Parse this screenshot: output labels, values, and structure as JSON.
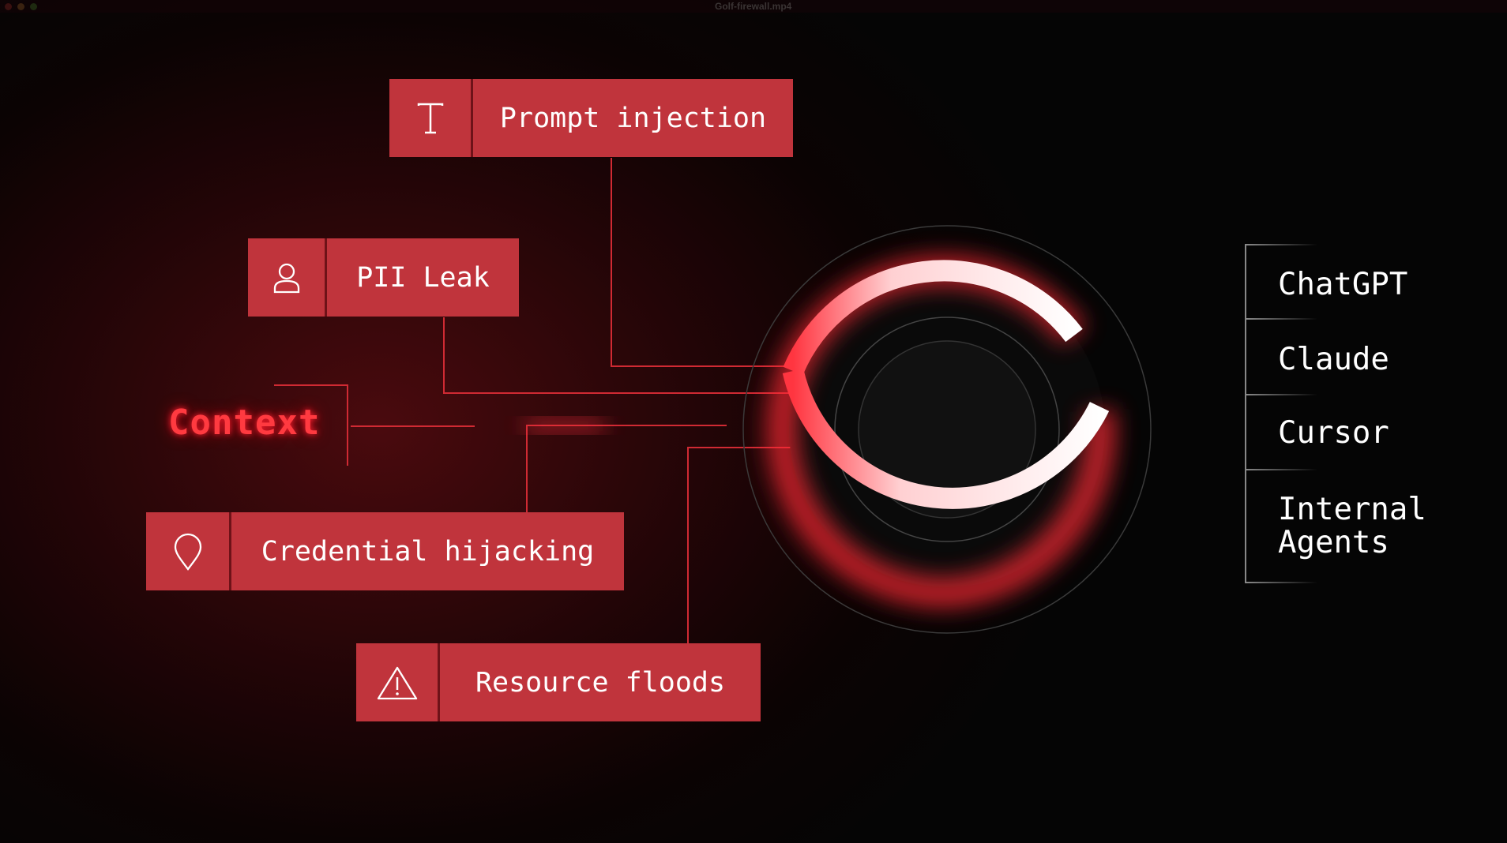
{
  "window": {
    "title": "Golf-firewall.mp4"
  },
  "threats": [
    {
      "label": "Prompt injection",
      "icon": "text-icon"
    },
    {
      "label": "PII Leak",
      "icon": "user-icon"
    },
    {
      "label": "Credential hijacking",
      "icon": "location-pin-icon"
    },
    {
      "label": "Resource floods",
      "icon": "warning-icon"
    }
  ],
  "source": {
    "label": "Context"
  },
  "targets": [
    {
      "label": "ChatGPT"
    },
    {
      "label": "Claude"
    },
    {
      "label": "Cursor"
    },
    {
      "label": "Internal Agents"
    }
  ],
  "colors": {
    "accent": "#c0343c",
    "glow": "#ff2a35",
    "background": "#0b0303"
  }
}
